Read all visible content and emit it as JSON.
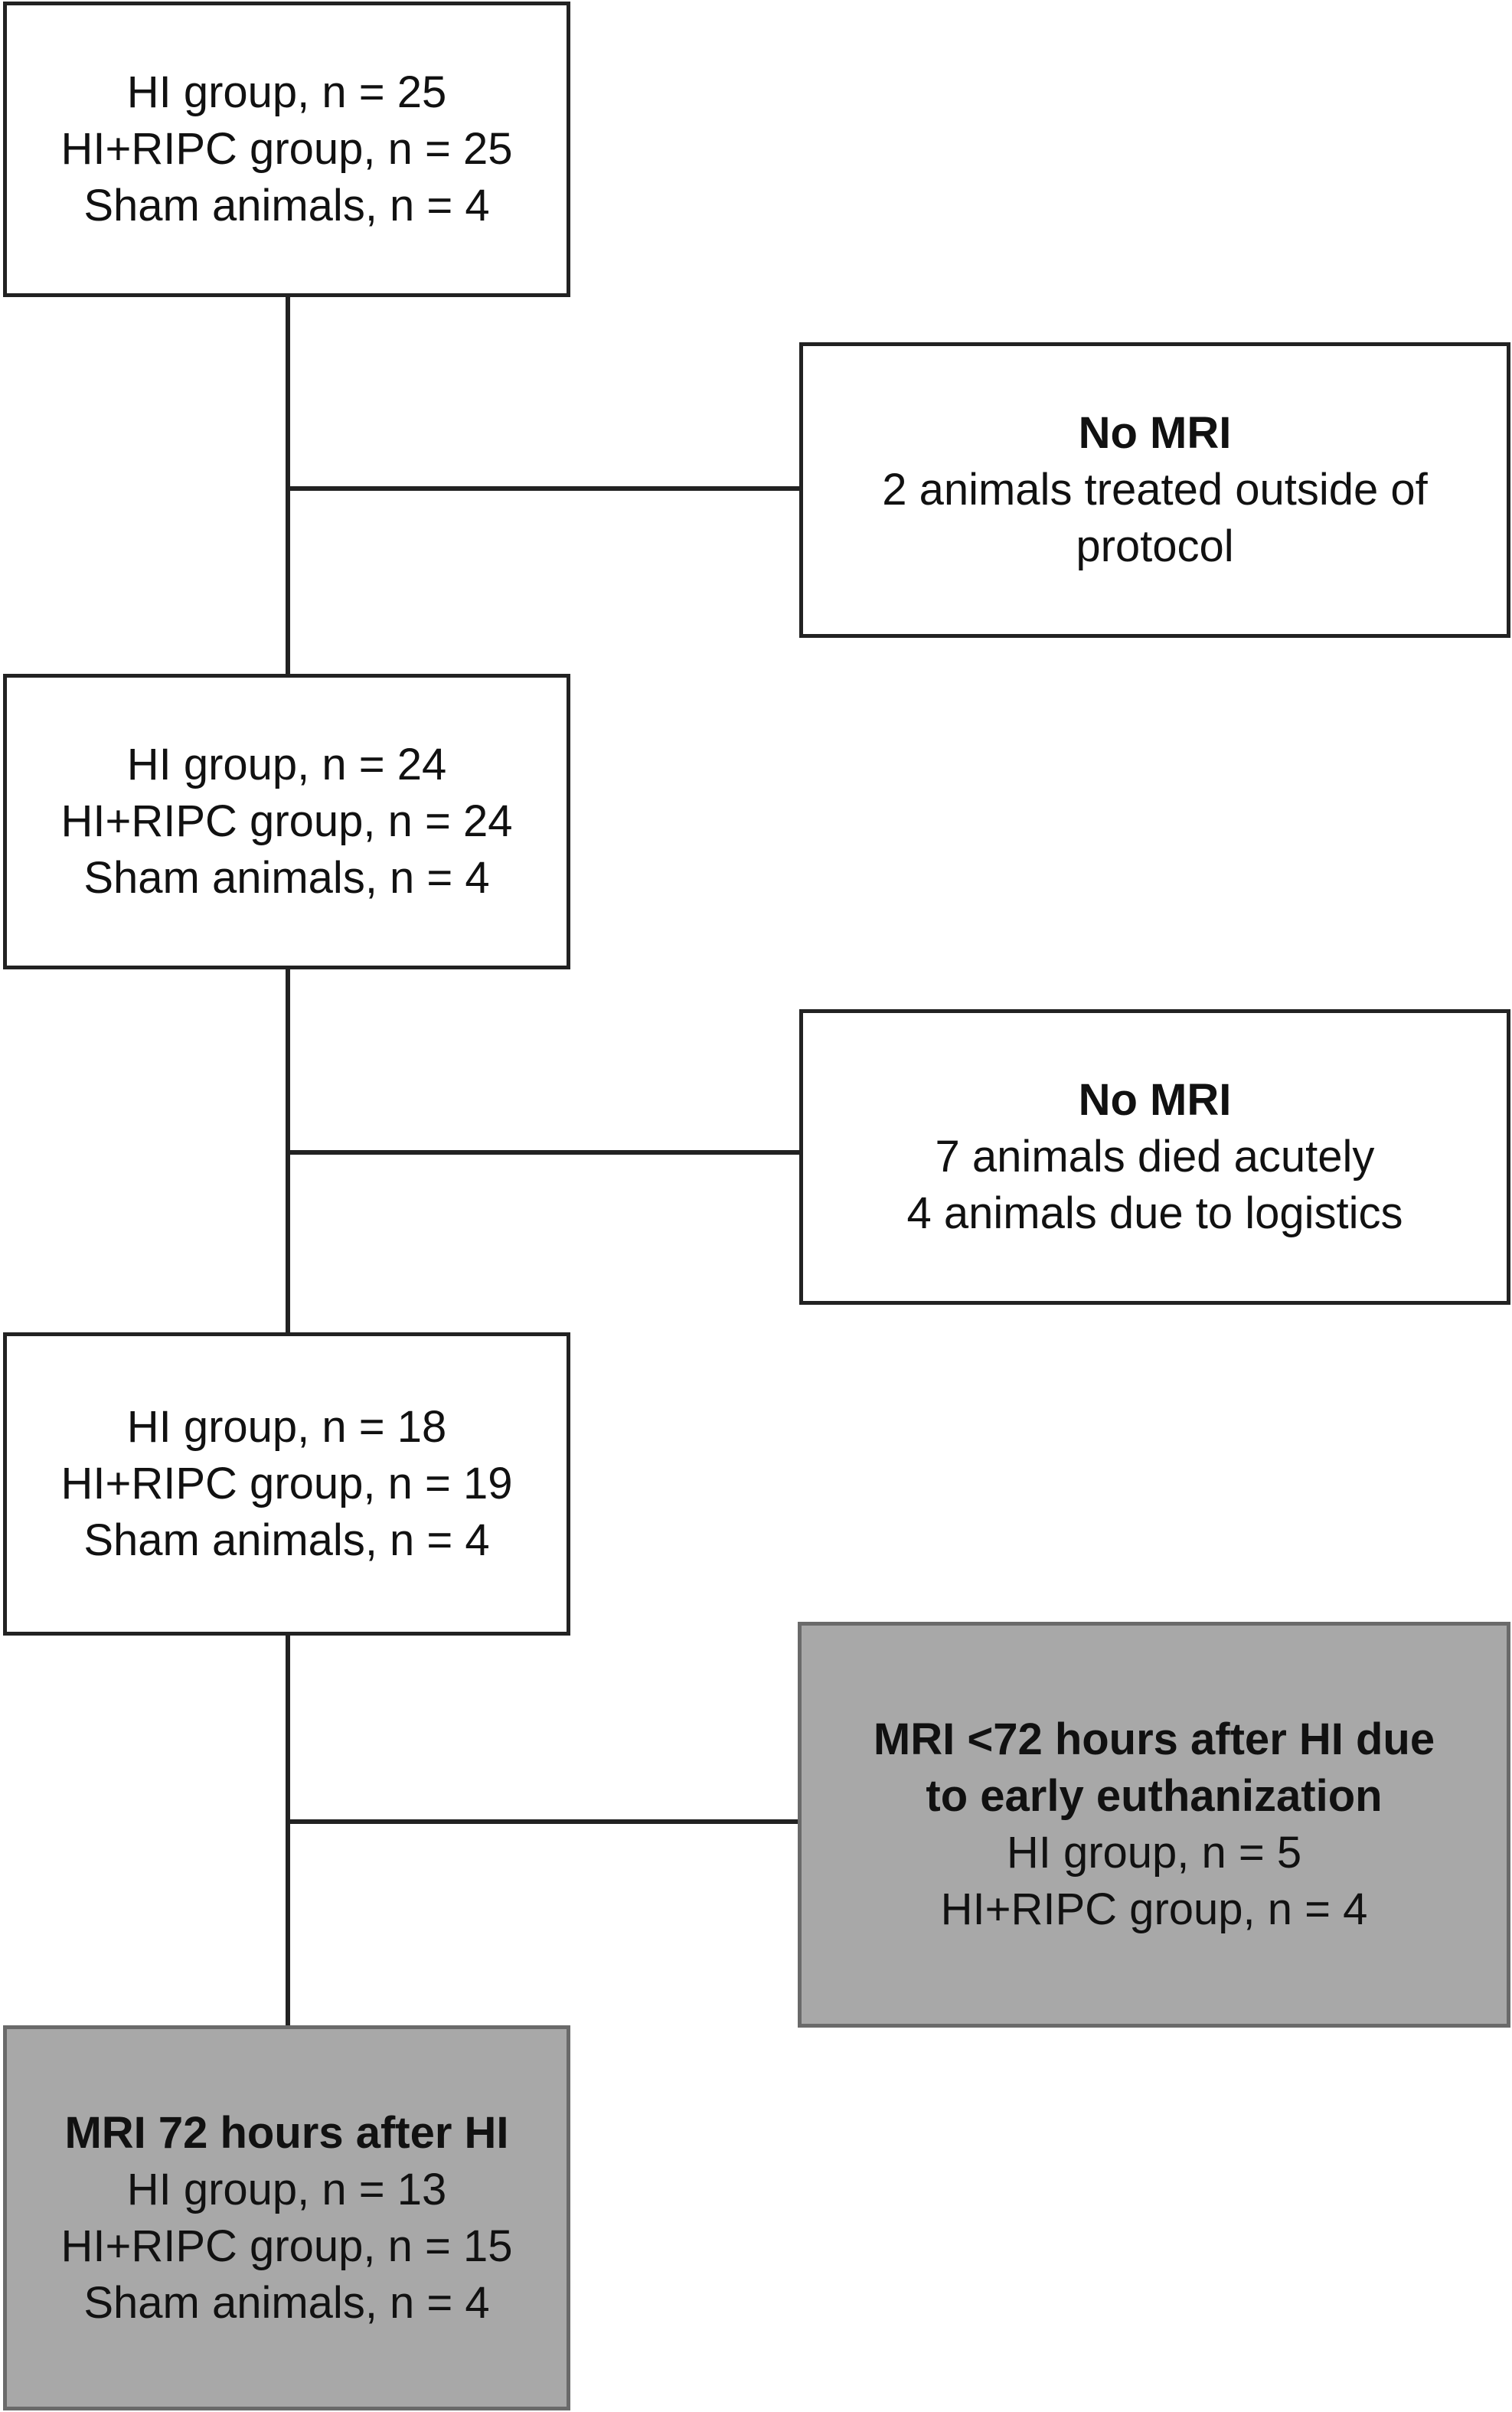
{
  "boxes": {
    "stage1": {
      "lines": [
        "HI group, n = 25",
        "HI+RIPC group, n = 25",
        "Sham animals, n = 4"
      ]
    },
    "exclusion1": {
      "title": "No MRI",
      "lines": [
        "2 animals treated outside of",
        "protocol"
      ]
    },
    "stage2": {
      "lines": [
        "HI group, n = 24",
        "HI+RIPC group, n = 24",
        "Sham animals, n = 4"
      ]
    },
    "exclusion2": {
      "title": "No MRI",
      "lines": [
        "7 animals died acutely",
        "4 animals due to logistics"
      ]
    },
    "stage3": {
      "lines": [
        "HI group, n = 18",
        "HI+RIPC group, n = 19",
        "Sham animals, n = 4"
      ]
    },
    "early_mri": {
      "title_lines": [
        "MRI <72 hours after HI due",
        "to early euthanization"
      ],
      "lines": [
        "HI group, n = 5",
        "HI+RIPC group, n = 4"
      ]
    },
    "final_mri": {
      "title": "MRI 72 hours after HI",
      "lines": [
        "HI group, n = 13",
        "HI+RIPC group, n = 15",
        "Sham animals, n = 4"
      ]
    }
  },
  "colors": {
    "border": "#222222",
    "shaded_fill": "#a8a8a8",
    "shaded_border": "#6a6a6a",
    "text": "#111111"
  }
}
